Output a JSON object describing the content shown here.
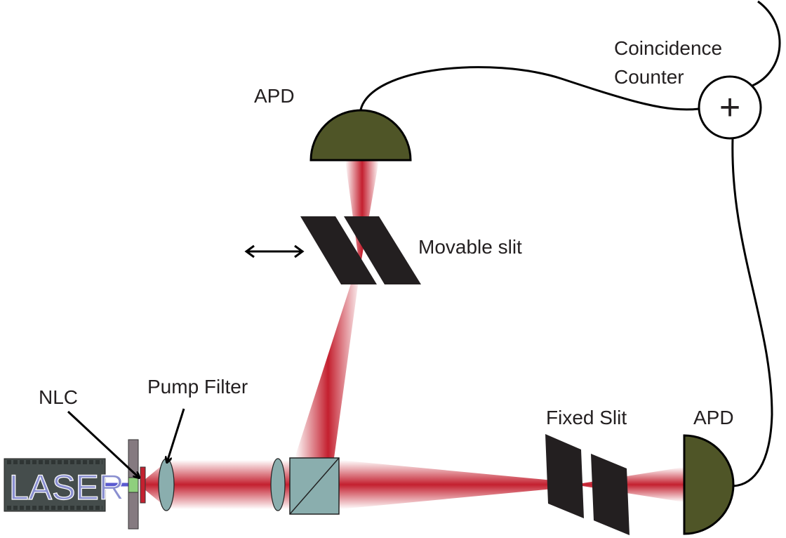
{
  "labels": {
    "coincidence_line1": "Coincidence",
    "coincidence_line2": "Counter",
    "apd_top": "APD",
    "movable_slit": "Movable slit",
    "nlc": "NLC",
    "pump_filter": "Pump Filter",
    "fixed_slit": "Fixed Slit",
    "apd_right": "APD",
    "laser": "LASER",
    "counter_symbol": "+"
  },
  "colors": {
    "beam": "#c4202f",
    "detector": "#4f5527",
    "optic": "#8aaeae",
    "laser_body": "#454d4c",
    "laser_text": "#8a8fd0",
    "crystal": "#8fcf7d",
    "mount": "#857a80"
  }
}
